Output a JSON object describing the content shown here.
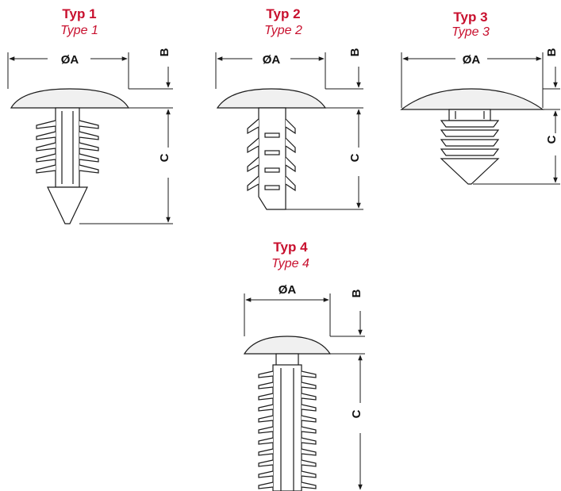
{
  "colors": {
    "title_red": "#c8102e",
    "line": "#1a1a1a"
  },
  "types": [
    {
      "title": "Typ 1",
      "subtitle": "Type 1",
      "labels": {
        "a": "ØA",
        "b": "B",
        "c": "C"
      }
    },
    {
      "title": "Typ 2",
      "subtitle": "Type 2",
      "labels": {
        "a": "ØA",
        "b": "B",
        "c": "C"
      }
    },
    {
      "title": "Typ 3",
      "subtitle": "Type 3",
      "labels": {
        "a": "ØA",
        "b": "B",
        "c": "C"
      }
    },
    {
      "title": "Typ 4",
      "subtitle": "Type 4",
      "labels": {
        "a": "ØA",
        "b": "B",
        "c": "C"
      }
    }
  ]
}
